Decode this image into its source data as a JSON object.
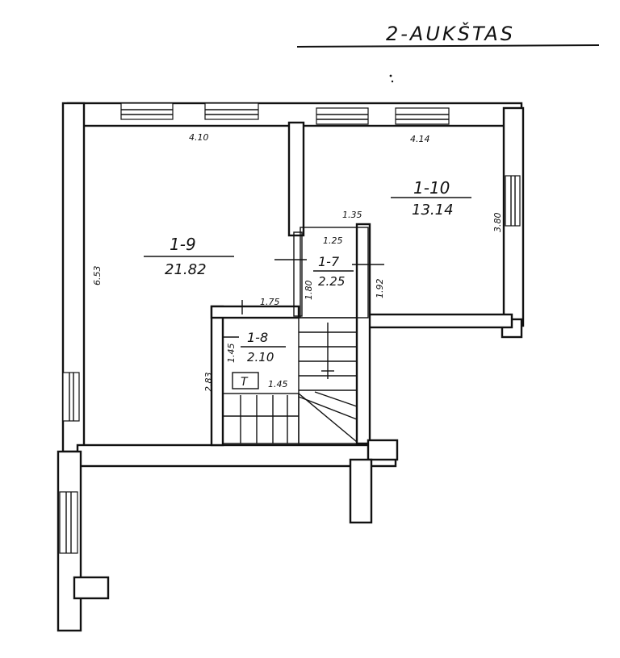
{
  "title": "2-AUKŠTAS",
  "rooms": [
    {
      "id": "1-9",
      "area": "21.82"
    },
    {
      "id": "1-10",
      "area": "13.14"
    },
    {
      "id": "1-7",
      "area": "2.25"
    },
    {
      "id": "1-8",
      "area": "2.10"
    }
  ],
  "dimensions": {
    "room_9_width": "4.10",
    "room_9_depth": "6.53",
    "room_10_width": "4.14",
    "room_10_depth": "3.80",
    "room_7_width_top": "1.35",
    "room_7_width_inner": "1.25",
    "room_7_depth_left": "1.80",
    "room_7_depth_right": "1.92",
    "room_8_width_top": "1.75",
    "room_8_width_bottom": "1.45",
    "room_8_depth": "1.45",
    "room_8_outer_depth": "2.83"
  },
  "symbols": {
    "stair_mark": "T"
  },
  "colors": {
    "ink": "#111111",
    "paper": "#ffffff"
  }
}
